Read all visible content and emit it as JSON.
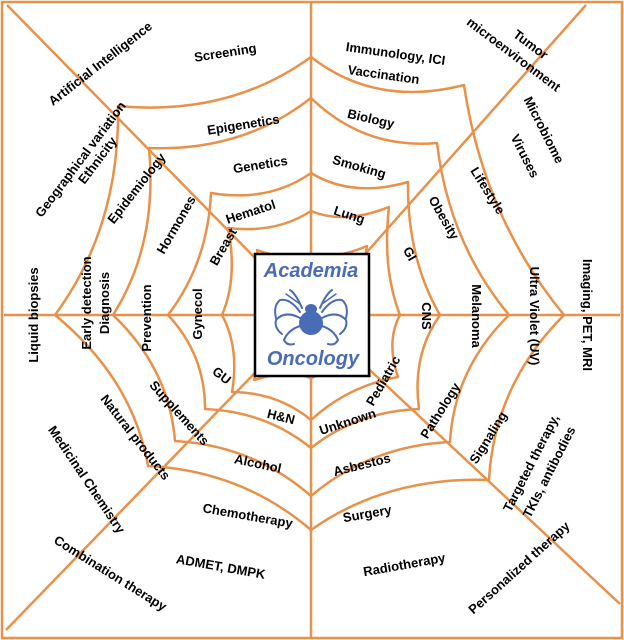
{
  "colors": {
    "web": "#e8914a",
    "accent": "#4a6bb5",
    "frame": "#000000"
  },
  "center": {
    "line1": "Academia",
    "line2": "Oncology",
    "icon": "spider-icon"
  },
  "labels": {
    "ai": "Artificial Intelligence",
    "screening": "Screening",
    "immunology1": "Immunology, ICI",
    "immunology2": "Vaccination",
    "tumor1": "Tumor",
    "tumor2": "microenvironment",
    "geo1": "Geographical variation",
    "geo2": "Ethnicity",
    "epigenetics": "Epigenetics",
    "biology": "Biology",
    "microbiome": "Microbiome",
    "viruses": "Viruses",
    "epidemiology": "Epidemiology",
    "genetics": "Genetics",
    "smoking": "Smoking",
    "lifestyle": "Lifestyle",
    "hormones": "Hormones",
    "hematol": "Hematol",
    "lung": "Lung",
    "obesity": "Obesity",
    "breast": "Breast",
    "gi": "GI",
    "liquid": "Liquid biopsies",
    "early1": "Early detection",
    "early2": "Diagnosis",
    "prevention": "Prevention",
    "gynecol": "Gynecol",
    "cns": "CNS",
    "melanoma": "Melanoma",
    "uv": "Ultra Violet (UV)",
    "imaging": "Imaging, PET, MRI",
    "gu": "GU",
    "pediatric": "Pediatric",
    "supplements": "Supplements",
    "hn": "H&N",
    "unknown": "Unknown",
    "pathology": "Pathology",
    "natural": "Natural products",
    "alcohol": "Alcohol",
    "asbestos": "Asbestos",
    "signaling": "Signaling",
    "medchem": "Medicinal Chemistry",
    "chemo": "Chemotherapy",
    "surgery": "Surgery",
    "targeted1": "Targeted therapy,",
    "targeted2": "TKIs, antibodies",
    "admet": "ADMET, DMPK",
    "radio": "Radiotherapy",
    "combination": "Combination therapy",
    "personalized": "Personalized therapy"
  }
}
